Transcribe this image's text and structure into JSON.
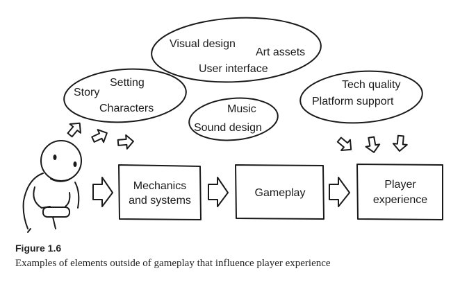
{
  "clouds": {
    "story": {
      "items": [
        "Story",
        "Setting",
        "Characters"
      ]
    },
    "visual": {
      "items": [
        "Visual design",
        "Art assets",
        "User interface"
      ]
    },
    "audio": {
      "items": [
        "Music",
        "Sound design"
      ]
    },
    "tech": {
      "items": [
        "Tech quality",
        "Platform support"
      ]
    }
  },
  "boxes": {
    "mechanics": [
      "Mechanics",
      "and systems"
    ],
    "gameplay": [
      "Gameplay"
    ],
    "player_experience": [
      "Player",
      "experience"
    ]
  },
  "caption": {
    "figure_number": "Figure 1.6",
    "text": "Examples of elements outside of gameplay that influence player experience"
  }
}
